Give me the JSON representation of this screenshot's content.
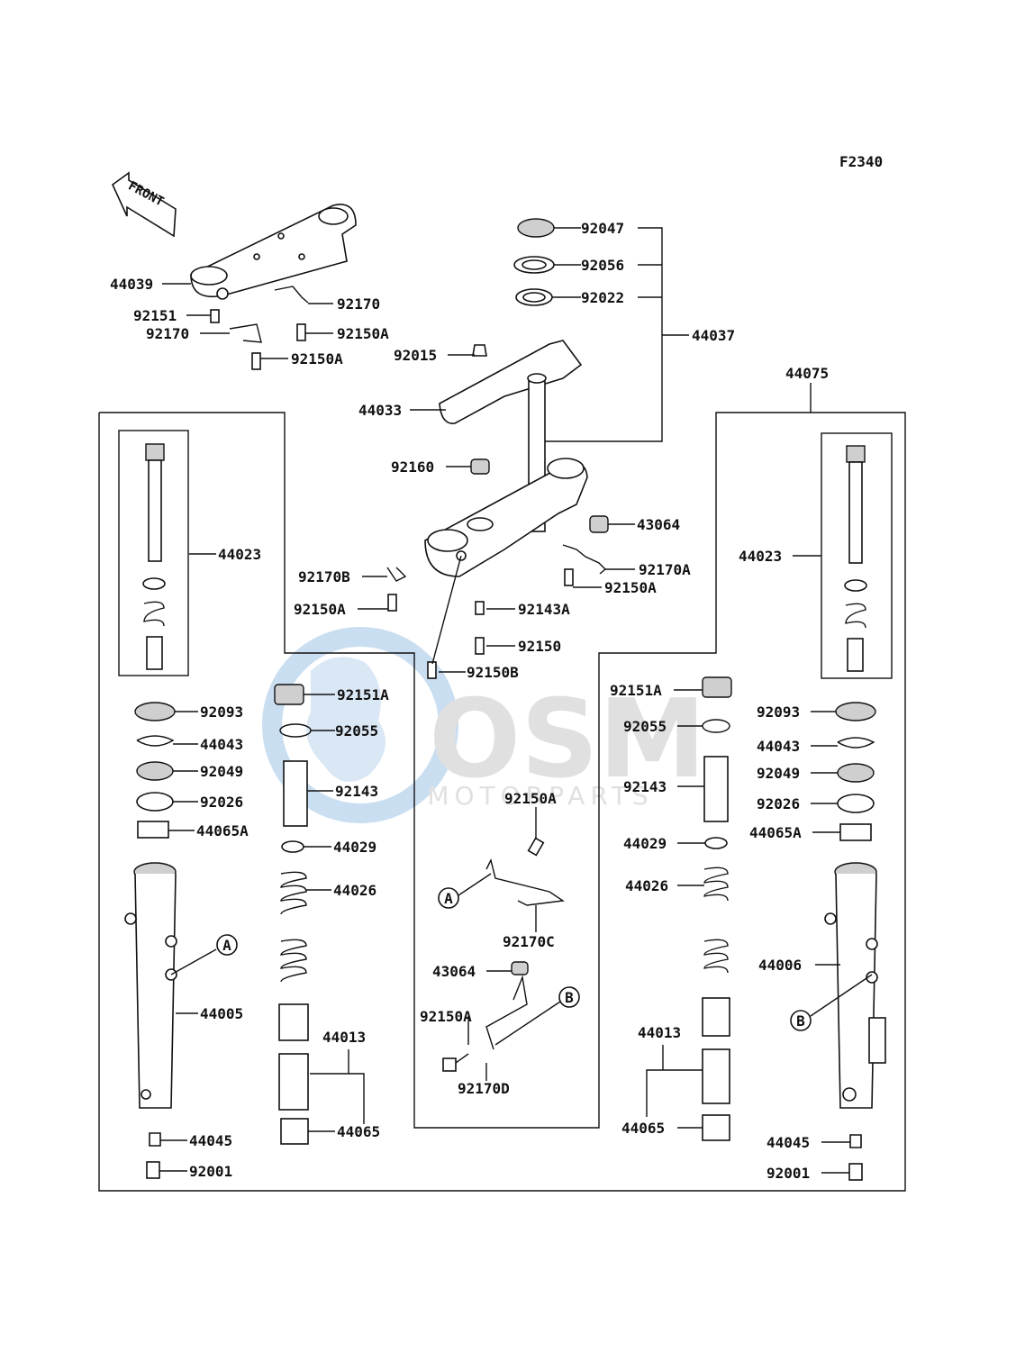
{
  "figure_code": "F2340",
  "front_label": "FRONT",
  "watermark": {
    "logo_text": "OSM",
    "sub_text": "MOTORPARTS"
  },
  "callouts": {
    "a": "A",
    "b": "B"
  },
  "labels": {
    "p44039": "44039",
    "p92151": "92151",
    "p92170_l": "92170",
    "p92150a_top": "92150A",
    "p92170_r": "92170",
    "p92150a_top2": "92150A",
    "p92047": "92047",
    "p92056": "92056",
    "p92022": "92022",
    "p44037": "44037",
    "p92015": "92015",
    "p44033": "44033",
    "p44075": "44075",
    "p92160": "92160",
    "p43064_top": "43064",
    "p44023_l": "44023",
    "p44023_r": "44023",
    "p92170b": "92170B",
    "p92170a": "92170A",
    "p92150a_mid_r": "92150A",
    "p92150a_mid_l": "92150A",
    "p92143a": "92143A",
    "p92150": "92150",
    "p92150b": "92150B",
    "p92151a_l": "92151A",
    "p92151a_r": "92151A",
    "p92093_l": "92093",
    "p92093_r": "92093",
    "p92055_l": "92055",
    "p92055_r": "92055",
    "p44043_l": "44043",
    "p44043_r": "44043",
    "p92049_l": "92049",
    "p92049_r": "92049",
    "p92143_l": "92143",
    "p92143_r": "92143",
    "p92150a_c": "92150A",
    "p92026_l": "92026",
    "p92026_r": "92026",
    "p44065a_l": "44065A",
    "p44065a_r": "44065A",
    "p44029_l": "44029",
    "p44029_r": "44029",
    "p44026_l": "44026",
    "p44026_r": "44026",
    "p92170c": "92170C",
    "p43064_c": "43064",
    "p44006": "44006",
    "p44005": "44005",
    "p92150a_c2": "92150A",
    "p44013_l": "44013",
    "p44013_r": "44013",
    "p92170d": "92170D",
    "p44065_l": "44065",
    "p44065_r": "44065",
    "p44045_l": "44045",
    "p44045_r": "44045",
    "p92001_l": "92001",
    "p92001_r": "92001"
  }
}
